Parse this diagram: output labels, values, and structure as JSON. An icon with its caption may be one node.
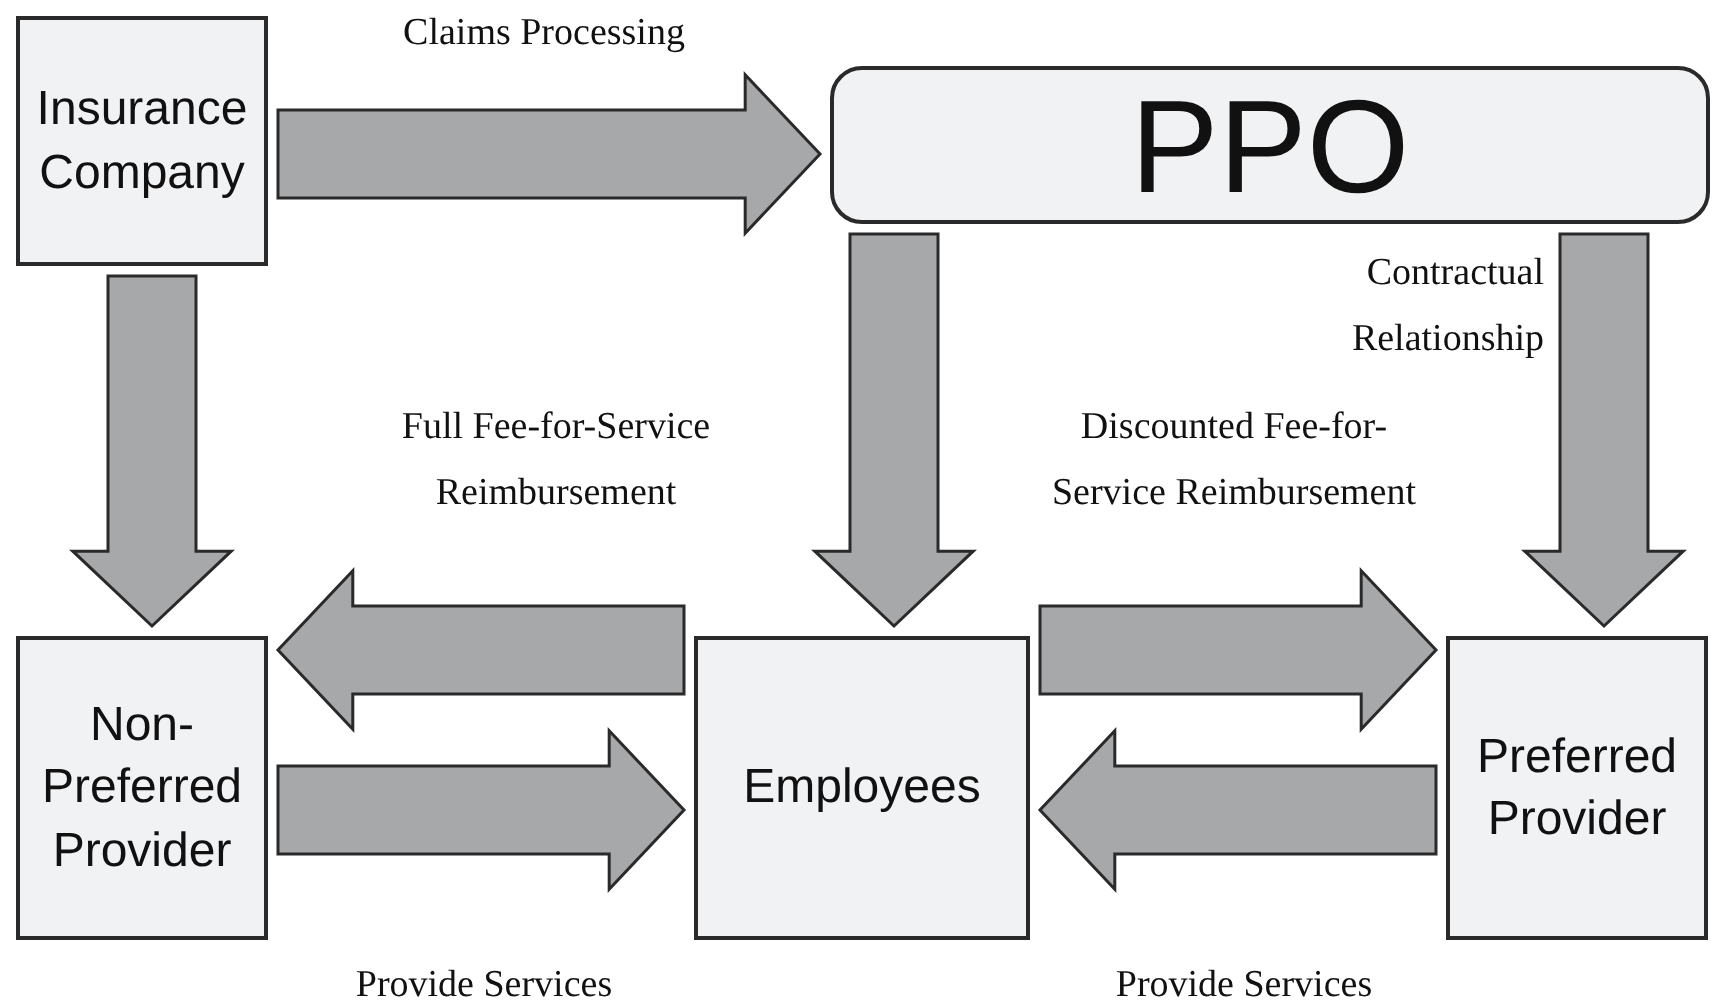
{
  "diagram": {
    "nodes": [
      {
        "text": [
          "Insurance Company"
        ]
      },
      {
        "text": [
          "PPO"
        ]
      },
      {
        "text": [
          "Non-Preferred Provider"
        ]
      },
      {
        "text": [
          "Employees"
        ]
      },
      {
        "text": [
          "Preferred Provider"
        ]
      }
    ],
    "edges": [
      {
        "from": 0,
        "to": 1,
        "arrow": "to",
        "label": "Claims Processing",
        "style": "thick"
      },
      {
        "from": 0,
        "to": 2,
        "arrow": "to",
        "style": "thick"
      },
      {
        "from": 1,
        "to": 3,
        "arrow": "to",
        "style": "thick"
      },
      {
        "from": 1,
        "to": 4,
        "arrow": "to",
        "label": "Contractual Relationship",
        "style": "thick"
      },
      {
        "from": 3,
        "to": 2,
        "arrow": "to",
        "label": "Full Fee-for-Service Reimbursement",
        "style": "thick"
      },
      {
        "from": 2,
        "to": 3,
        "arrow": "to",
        "label": "Provide Services",
        "style": "thick"
      },
      {
        "from": 3,
        "to": 4,
        "arrow": "to",
        "label": "Discounted Fee-for-Service Reimbursement",
        "style": "thick"
      },
      {
        "from": 4,
        "to": 3,
        "arrow": "to",
        "label": "Provide Services",
        "style": "thick"
      }
    ]
  }
}
